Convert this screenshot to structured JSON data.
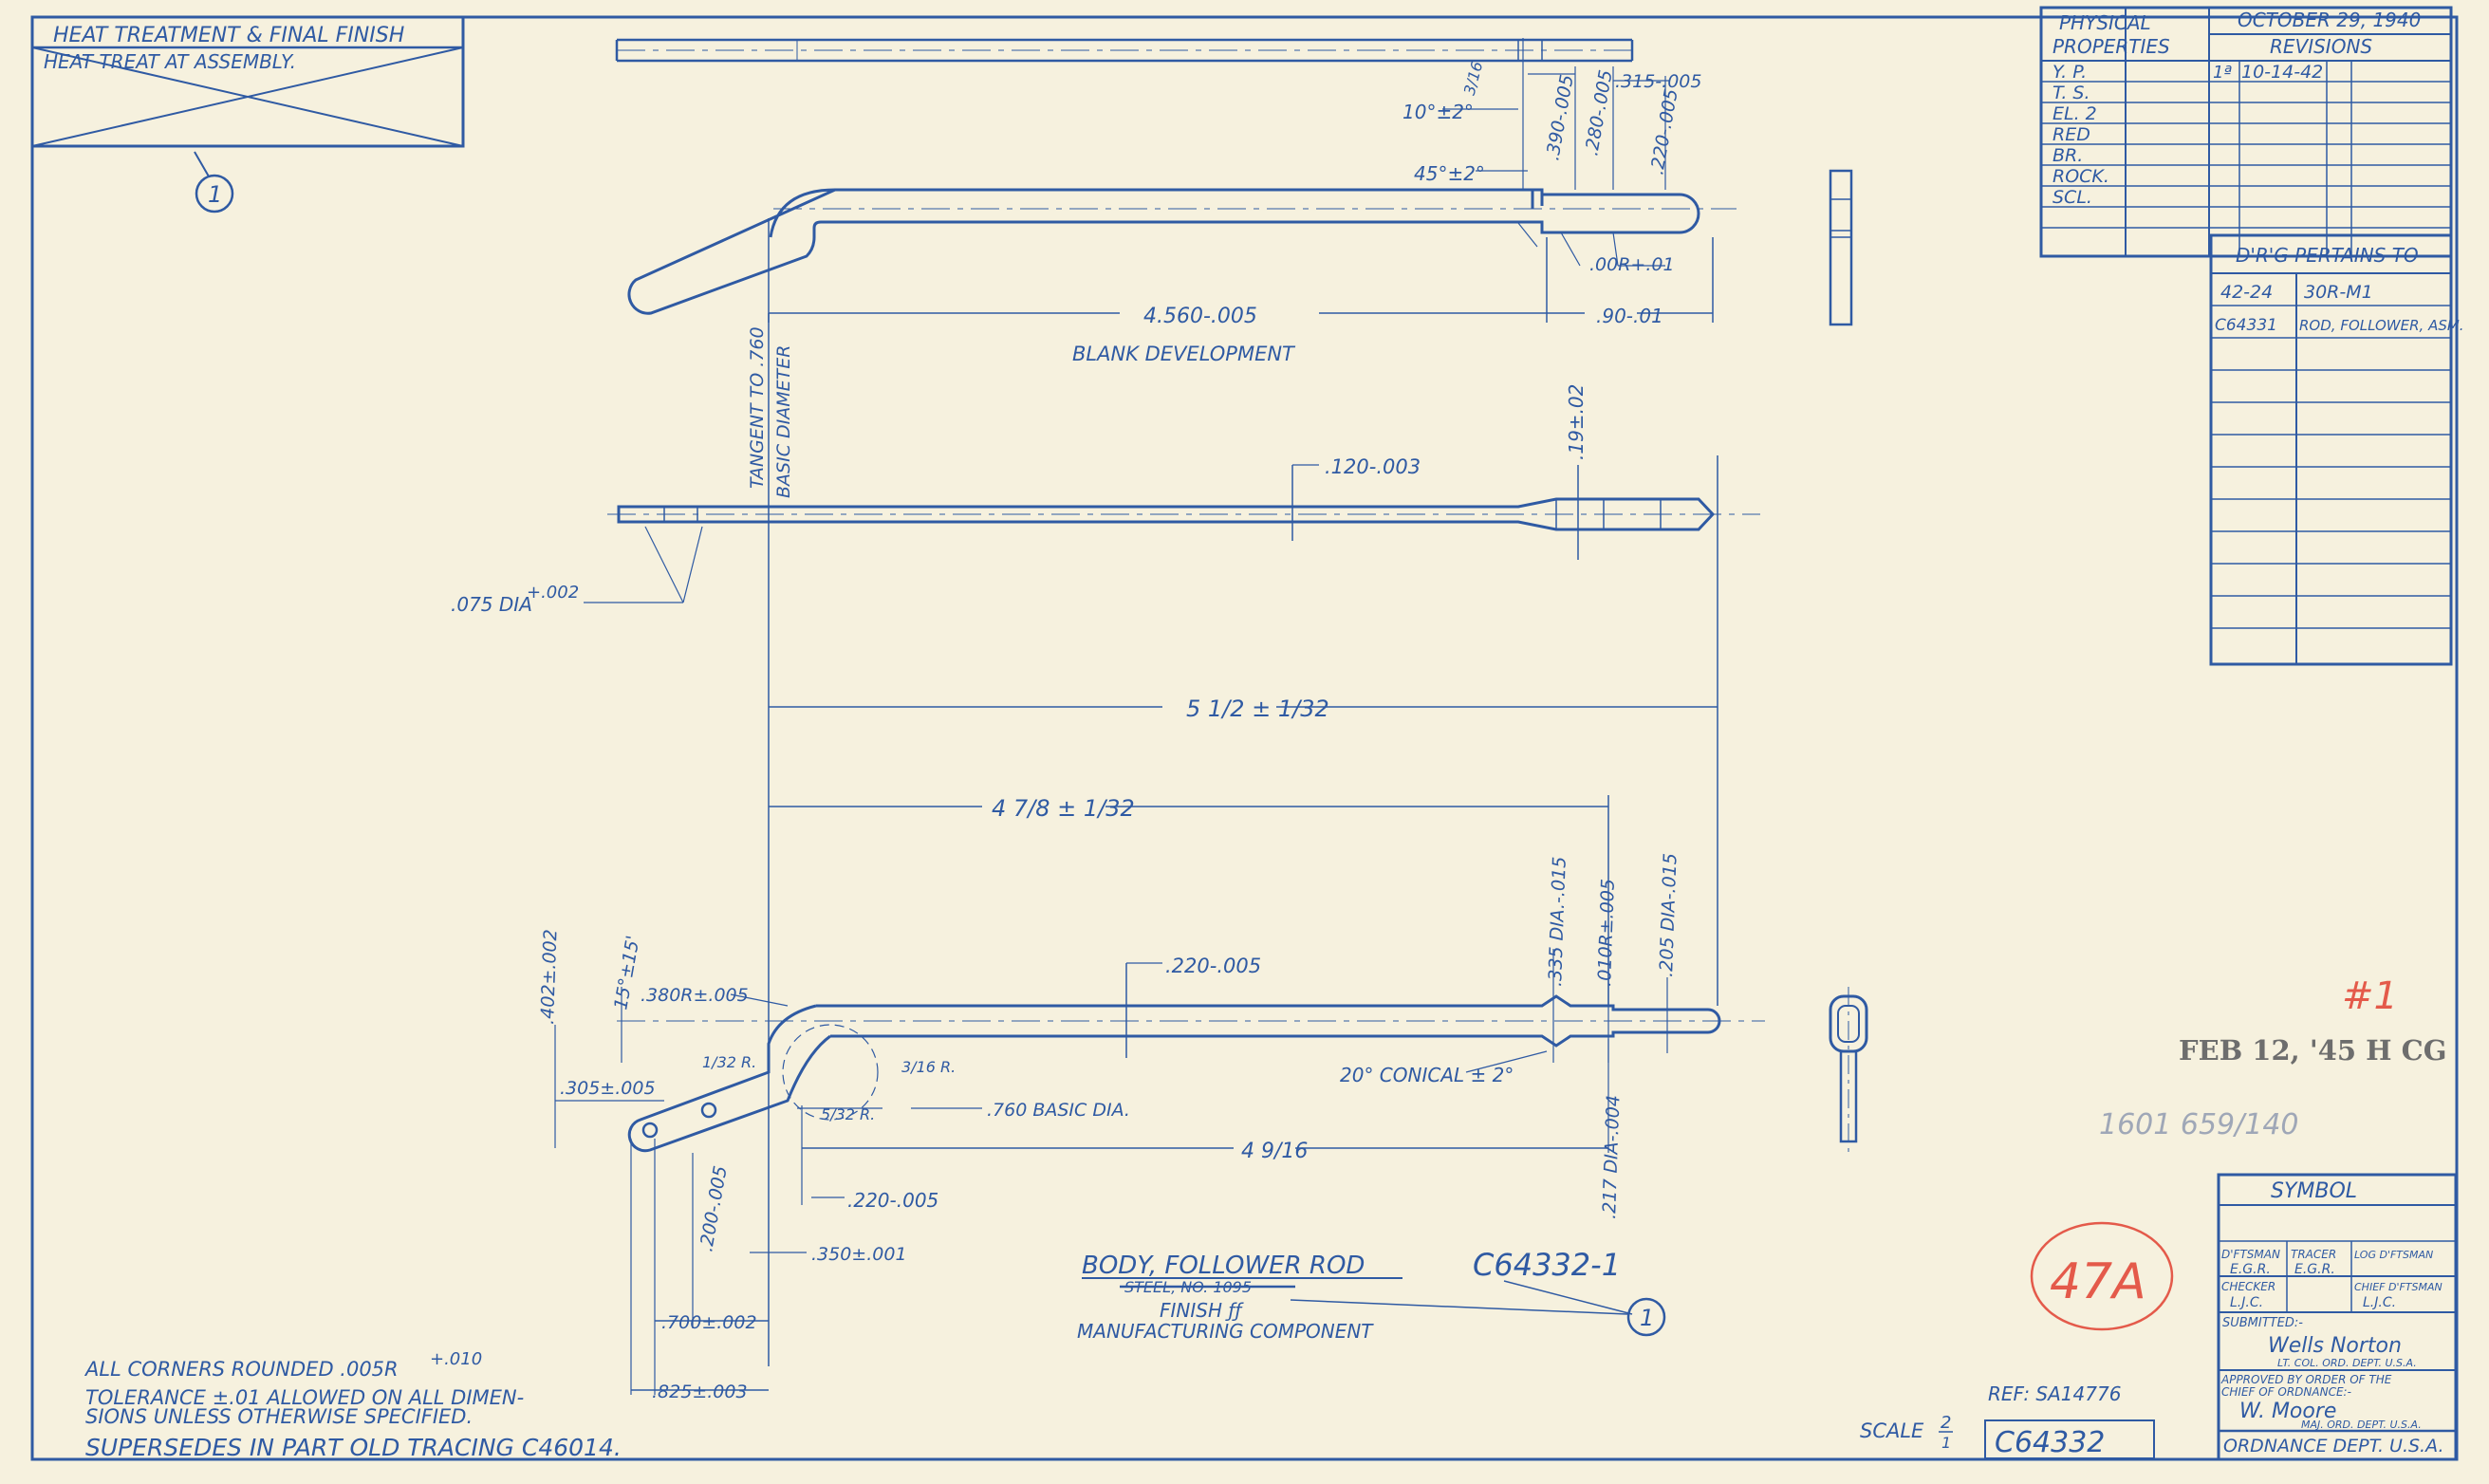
{
  "colors": {
    "paper": "#f6f1de",
    "ink": "#2f5aa3",
    "stamp": "#6d6d6d",
    "red": "#e45a4a",
    "pencil": "#9fa7b7"
  },
  "heat": {
    "title": "HEAT TREATMENT & FINAL FINISH",
    "note": "HEAT TREAT AT ASSEMBLY.",
    "balloon": "1"
  },
  "props": {
    "header": [
      "PHYSICAL",
      "PROPERTIES"
    ],
    "rows": [
      "Y. P.",
      "T. S.",
      "EL. 2",
      "RED",
      "BR.",
      "ROCK.",
      "SCL."
    ],
    "date": "OCTOBER 29, 1940",
    "revisions_label": "REVISIONS",
    "rev1_no": "1ª",
    "rev1_date": "10-14-42"
  },
  "pertains": {
    "title": "D'R'G PERTAINS TO",
    "rows": [
      [
        "42-24",
        "30R-M1"
      ],
      [
        "C64331",
        "ROD, FOLLOWER, ASM."
      ]
    ]
  },
  "dims": {
    "d_3_16": "3/16",
    "d_10deg": "10°±2°",
    "d_45deg": "45°±2°",
    "d_390": ".390-.005",
    "d_280": ".280-.005",
    "d_315": ".315-.005",
    "d_220a": ".220-.005",
    "d_00r": ".00R+.01",
    "d_4560": "4.560-.005",
    "d_90": ".90-.01",
    "blank": "BLANK DEVELOPMENT",
    "tangent": "TANGENT TO .760",
    "basic": "BASIC DIAMETER",
    "d_120": ".120-.003",
    "d_19": ".19±.02",
    "d_075": ".075 DIA",
    "d_075tol": "+.002",
    "d_5half": "5 1/2 ± 1/32",
    "d_4seven": "4 7/8 ± 1/32",
    "d_220b": ".220-.005",
    "d_335": ".335 DIA.-.015",
    "d_010r": ".010R±.005",
    "d_205": ".205 DIA-.015",
    "d_402": ".402±.002",
    "d_15deg": "15°±15'",
    "d_380r": ".380R±.005",
    "d_305": ".305±.005",
    "d_1_32r": "1/32 R.",
    "d_3_16r": "3/16 R.",
    "d_5_32r": "5/32 R.",
    "d_760": ".760 BASIC DIA.",
    "d_20con": "20° CONICAL ± 2°",
    "d_4_9_16": "4 9/16",
    "d_217": ".217 DIA-.004",
    "d_220c": ".220-.005",
    "d_200": ".200-.005",
    "d_350": ".350±.001",
    "d_700": ".700±.002",
    "d_825": ".825±.003"
  },
  "title_block": {
    "part_name": "BODY, FOLLOWER ROD",
    "struck": "STEEL, NO. 1095",
    "finish": "FINISH ƒƒ",
    "component": "MANUFACTURING COMPONENT",
    "part_no": "C64332-1",
    "balloon": "1"
  },
  "notes": {
    "corners": "ALL CORNERS ROUNDED .005R",
    "corners_tol": "+.010",
    "tol1": "TOLERANCE ±.01 ALLOWED ON ALL DIMEN-",
    "tol2": "SIONS UNLESS OTHERWISE SPECIFIED.",
    "supersedes": "SUPERSEDES IN PART OLD TRACING  C46014."
  },
  "footer": {
    "ref": "REF: SA14776",
    "scale_label": "SCALE",
    "scale_num": "2",
    "scale_den": "1",
    "number": "C64332"
  },
  "stamps": {
    "feb": "FEB 12, '45 H CG",
    "hash": "#1",
    "circled": "47A",
    "pencil": "1601 659/140"
  },
  "symbol": {
    "title": "SYMBOL",
    "dftsman": "D'FTSMAN",
    "tracer": "TRACER",
    "lcg": "LOG D'FTSMAN",
    "checker": "CHECKER",
    "chief": "CHIEF D'FTSMAN",
    "initials1": "E.G.R.",
    "initials2": "E.G.R.",
    "initials3": "L.J.C.",
    "initials4": "L.J.C.",
    "submitted": "SUBMITTED:-",
    "sig1": "Wells Norton",
    "lt": "LT. COL.   ORD. DEPT. U.S.A.",
    "approved": "APPROVED BY ORDER OF THE",
    "chief_ord": "CHIEF OF ORDNANCE:-",
    "sig2": "W. Moore",
    "maj": "MAJ.  ORD. DEPT. U.S.A.",
    "dept": "ORDNANCE DEPT. U.S.A."
  }
}
